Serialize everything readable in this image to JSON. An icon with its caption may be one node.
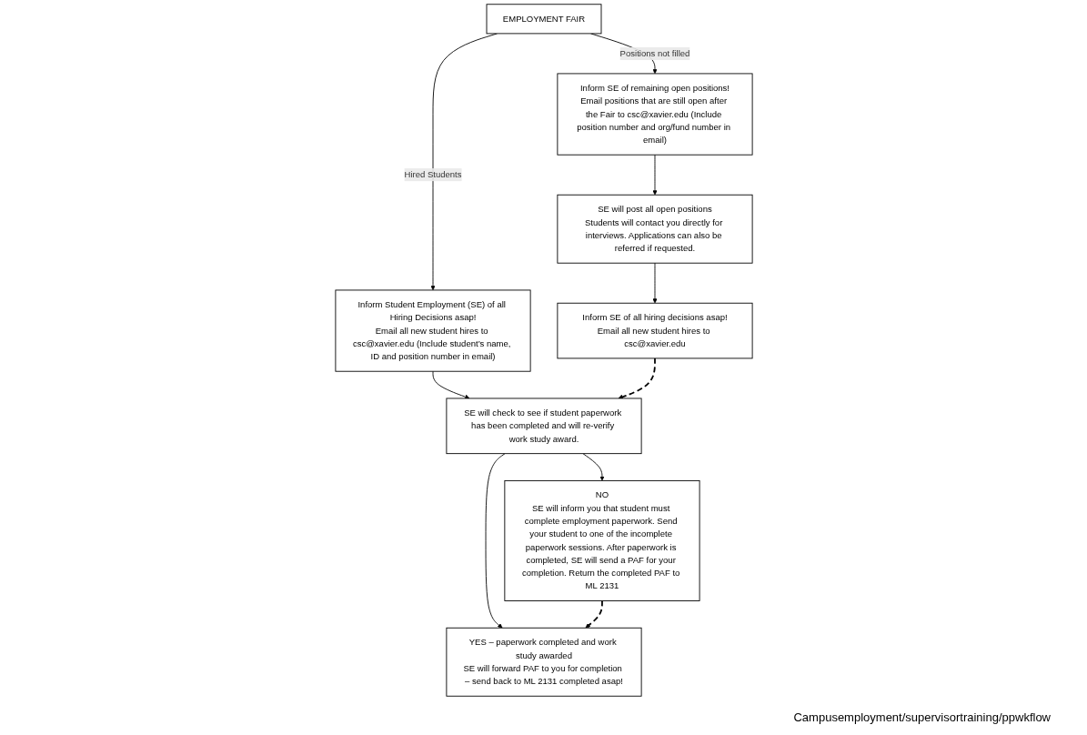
{
  "diagram": {
    "nodes": [
      {
        "text": [
          "EMPLOYMENT FAIR"
        ]
      },
      {
        "text": [
          "Inform Student Employment (SE) of all Hiring Decisions asap!",
          "Email all new student hires to csc@xavier.edu (Include student’s name, ID and position number in email)"
        ]
      },
      {
        "text": [
          "Inform SE of remaining open positions!",
          "Email positions that are still open after the Fair to csc@xavier.edu (Include position number and org/fund number in email)"
        ]
      },
      {
        "text": [
          "SE will check to see if student paperwork has been completed and will re-verify work study award."
        ]
      },
      {
        "text": [
          "SE will post all open positions",
          "Students will contact you directly for interviews. Applications can also be referred if requested."
        ]
      },
      {
        "text": [
          "YES – paperwork completed and work study awarded",
          "SE will forward PAF to you for completion – send back to ML 2131 completed asap!"
        ]
      },
      {
        "text": [
          "NO",
          "SE will inform you that student must complete employment paperwork. Send your student to one of the incomplete paperwork sessions. After paperwork is completed, SE will send a PAF for your completion. Return the completed PAF to ML 2131"
        ]
      },
      {
        "text": [
          "Inform SE of all hiring decisions asap!",
          "Email all new student hires to csc@xavier.edu"
        ]
      }
    ],
    "edges": [
      {
        "from": 0,
        "to": 1,
        "arrow": "to",
        "label": "Hired Students"
      },
      {
        "from": 0,
        "to": 2,
        "arrow": "to",
        "label": "Positions not filled"
      },
      {
        "from": 1,
        "to": 3,
        "arrow": "to"
      },
      {
        "from": 2,
        "to": 4,
        "arrow": "to"
      },
      {
        "from": 3,
        "to": 5,
        "arrow": "to"
      },
      {
        "from": 3,
        "to": 6,
        "arrow": "to"
      },
      {
        "from": 4,
        "to": 7,
        "arrow": "to"
      },
      {
        "from": 7,
        "to": 3,
        "arrow": "to",
        "style": "dashed"
      },
      {
        "from": 6,
        "to": 5,
        "arrow": "to",
        "style": "dashed"
      }
    ],
    "labels": [
      "Campusemployment/supervisortraining/ppwkflow"
    ]
  }
}
